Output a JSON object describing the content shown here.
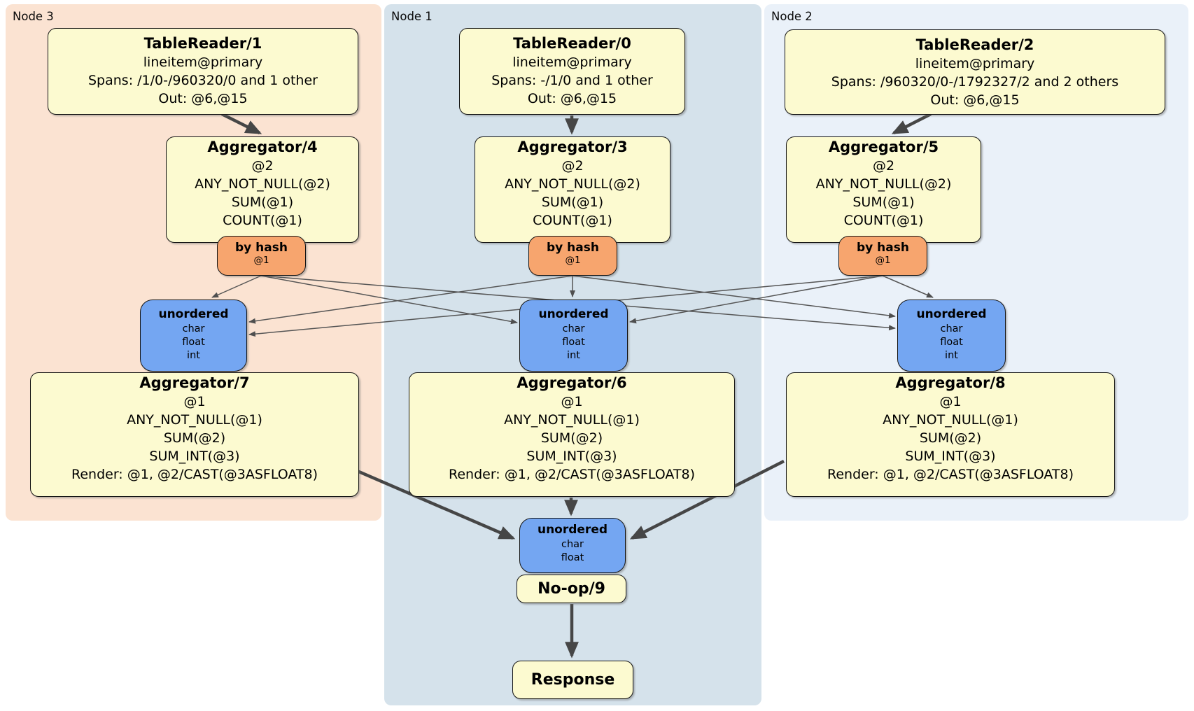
{
  "regions": {
    "node3": {
      "label": "Node 3"
    },
    "node1": {
      "label": "Node 1"
    },
    "node2": {
      "label": "Node 2"
    }
  },
  "processors": {
    "tr1": {
      "title": "TableReader/1",
      "lines": [
        "lineitem@primary",
        "Spans: /1/0-/960320/0 and 1 other",
        "Out: @6,@15"
      ]
    },
    "tr0": {
      "title": "TableReader/0",
      "lines": [
        "lineitem@primary",
        "Spans: -/1/0 and 1 other",
        "Out: @6,@15"
      ]
    },
    "tr2": {
      "title": "TableReader/2",
      "lines": [
        "lineitem@primary",
        "Spans: /960320/0-/1792327/2 and 2 others",
        "Out: @6,@15"
      ]
    },
    "agg4": {
      "title": "Aggregator/4",
      "lines": [
        "@2",
        "ANY_NOT_NULL(@2)",
        "SUM(@1)",
        "COUNT(@1)"
      ]
    },
    "agg3": {
      "title": "Aggregator/3",
      "lines": [
        "@2",
        "ANY_NOT_NULL(@2)",
        "SUM(@1)",
        "COUNT(@1)"
      ]
    },
    "agg5": {
      "title": "Aggregator/5",
      "lines": [
        "@2",
        "ANY_NOT_NULL(@2)",
        "SUM(@1)",
        "COUNT(@1)"
      ]
    },
    "agg7": {
      "title": "Aggregator/7",
      "lines": [
        "@1",
        "ANY_NOT_NULL(@1)",
        "SUM(@2)",
        "SUM_INT(@3)",
        "Render: @1, @2/CAST(@3ASFLOAT8)"
      ]
    },
    "agg6": {
      "title": "Aggregator/6",
      "lines": [
        "@1",
        "ANY_NOT_NULL(@1)",
        "SUM(@2)",
        "SUM_INT(@3)",
        "Render: @1, @2/CAST(@3ASFLOAT8)"
      ]
    },
    "agg8": {
      "title": "Aggregator/8",
      "lines": [
        "@1",
        "ANY_NOT_NULL(@1)",
        "SUM(@2)",
        "SUM_INT(@3)",
        "Render: @1, @2/CAST(@3ASFLOAT8)"
      ]
    },
    "noop": {
      "title": "No-op/9"
    },
    "response": {
      "title": "Response"
    }
  },
  "routers": {
    "hash_left": {
      "title": "by hash",
      "sub": "@1"
    },
    "hash_mid": {
      "title": "by hash",
      "sub": "@1"
    },
    "hash_right": {
      "title": "by hash",
      "sub": "@1"
    }
  },
  "streams": {
    "unordered_left": {
      "title": "unordered",
      "types": [
        "char",
        "float",
        "int"
      ]
    },
    "unordered_mid": {
      "title": "unordered",
      "types": [
        "char",
        "float",
        "int"
      ]
    },
    "unordered_right": {
      "title": "unordered",
      "types": [
        "char",
        "float",
        "int"
      ]
    },
    "unordered_final": {
      "title": "unordered",
      "types": [
        "char",
        "float"
      ]
    }
  },
  "edges": [
    {
      "from": "TableReader/1",
      "to": "Aggregator/4",
      "style": "thick"
    },
    {
      "from": "TableReader/0",
      "to": "Aggregator/3",
      "style": "thick"
    },
    {
      "from": "TableReader/2",
      "to": "Aggregator/5",
      "style": "thick"
    },
    {
      "from": "Aggregator/4 by hash @1",
      "to": "unordered (Node 3)",
      "style": "thin"
    },
    {
      "from": "Aggregator/4 by hash @1",
      "to": "unordered (Node 1)",
      "style": "thin"
    },
    {
      "from": "Aggregator/4 by hash @1",
      "to": "unordered (Node 2)",
      "style": "thin"
    },
    {
      "from": "Aggregator/3 by hash @1",
      "to": "unordered (Node 3)",
      "style": "thin"
    },
    {
      "from": "Aggregator/3 by hash @1",
      "to": "unordered (Node 1)",
      "style": "thin"
    },
    {
      "from": "Aggregator/3 by hash @1",
      "to": "unordered (Node 2)",
      "style": "thin"
    },
    {
      "from": "Aggregator/5 by hash @1",
      "to": "unordered (Node 3)",
      "style": "thin"
    },
    {
      "from": "Aggregator/5 by hash @1",
      "to": "unordered (Node 1)",
      "style": "thin"
    },
    {
      "from": "Aggregator/5 by hash @1",
      "to": "unordered (Node 2)",
      "style": "thin"
    },
    {
      "from": "Aggregator/7",
      "to": "unordered (final)",
      "style": "thick"
    },
    {
      "from": "Aggregator/6",
      "to": "unordered (final)",
      "style": "thick"
    },
    {
      "from": "Aggregator/8",
      "to": "unordered (final)",
      "style": "thick"
    },
    {
      "from": "No-op/9",
      "to": "Response",
      "style": "thick"
    }
  ],
  "colors": {
    "node3_bg": "#fbe3d2",
    "node1_bg": "#d5e2eb",
    "node2_bg": "#eaf1f9",
    "processor_bg": "#fcfad0",
    "router_bg": "#f7a56e",
    "stream_bg": "#74a6f2",
    "edge": "#4a4a4a"
  }
}
